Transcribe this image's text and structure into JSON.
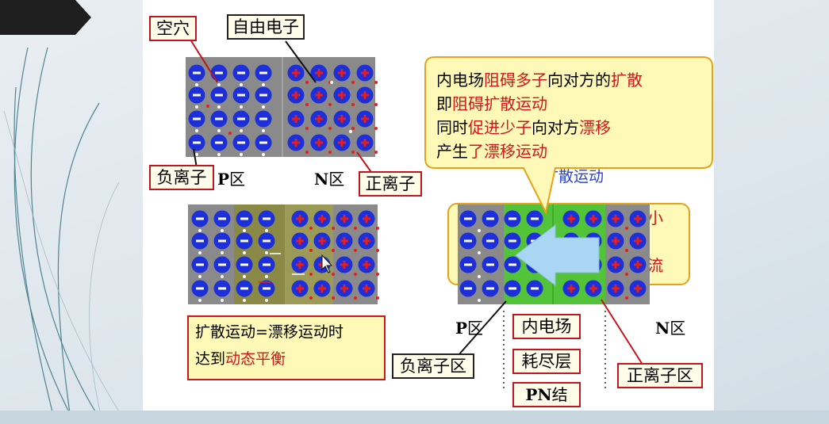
{
  "labels": {
    "hole": "空穴",
    "free_electron": "自由电子",
    "neg_ion": "负离子",
    "pos_ion": "正离子",
    "p_region_a": "P",
    "n_region_a": "N",
    "region_suffix": "区",
    "p_region_b": "P",
    "n_region_b": "N",
    "neg_ion_region": "负离子区",
    "pos_ion_region": "正离子区",
    "inner_field": "内电场",
    "depletion": "耗尽层",
    "pn_letters": "PN",
    "pn_suffix": "结"
  },
  "balance": {
    "line1": "扩散运动=漂移运动时",
    "line2_prefix": "达到",
    "line2_red": "动态平衡"
  },
  "callout": {
    "l1a": "内电场",
    "l1b": "阻碍多子",
    "l1c": "向对方的",
    "l1d": "扩散",
    "l2a": "即",
    "l2b": "阻碍扩散运动",
    "l3a": "同时",
    "l3b": "促进少子",
    "l3c": "向对方",
    "l3d": "漂移",
    "l4a": "产生",
    "l4b": "了漂移运动"
  },
  "hidden_fragments": {
    "diffusion_partial": "扩散运动",
    "small_partial": "小",
    "flow_partial": "流"
  },
  "colors": {
    "accent_red": "#d1151d",
    "ion_blue": "#1c2fd8",
    "lattice_gray": "#8a8a8a",
    "depletion_green": "#53c43a",
    "callout_fill": "#fff9b8",
    "callout_border": "#e6a31a"
  },
  "icons": {
    "neg_ion": "minus-circle-icon",
    "pos_ion": "plus-circle-icon",
    "field_arrow": "left-arrow-icon",
    "cursor": "mouse-cursor-icon"
  }
}
